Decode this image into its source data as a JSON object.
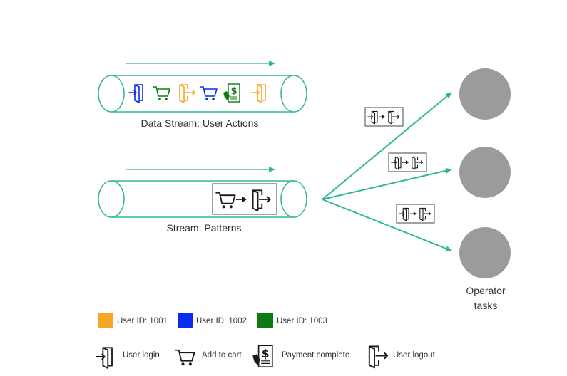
{
  "streams": [
    {
      "label": "Data Stream: User Actions",
      "events": [
        {
          "action": "login",
          "icon": "user-login-icon",
          "user": "1002"
        },
        {
          "action": "cart",
          "icon": "add-to-cart-icon",
          "user": "1003"
        },
        {
          "action": "logout",
          "icon": "user-logout-icon",
          "user": "1001"
        },
        {
          "action": "cart",
          "icon": "add-to-cart-icon",
          "user": "1002"
        },
        {
          "action": "payment",
          "icon": "payment-complete-icon",
          "user": "1003"
        },
        {
          "action": "login",
          "icon": "user-login-icon",
          "user": "1001"
        }
      ]
    },
    {
      "label": "Stream: Patterns",
      "pattern": [
        "add-to-cart-icon",
        "arrow-right-icon",
        "user-logout-icon"
      ]
    }
  ],
  "operators": {
    "label_line1": "Operator",
    "label_line2": "tasks",
    "count": 3,
    "broadcast_pattern": [
      "user-login-icon",
      "arrow-right-icon",
      "user-logout-icon"
    ],
    "circle_color": "#9b9b9b"
  },
  "users": [
    {
      "id": "1001",
      "label": "User ID: 1001",
      "color": "#f5a623"
    },
    {
      "id": "1002",
      "label": "User ID: 1002",
      "color": "#0a2bf0"
    },
    {
      "id": "1003",
      "label": "User ID: 1003",
      "color": "#0f7a0f"
    }
  ],
  "icon_legend": [
    {
      "icon": "user-login-icon",
      "label": "User login"
    },
    {
      "icon": "add-to-cart-icon",
      "label": "Add to cart"
    },
    {
      "icon": "payment-complete-icon",
      "label": "Payment complete"
    },
    {
      "icon": "user-logout-icon",
      "label": "User logout"
    }
  ],
  "colors": {
    "stream": "#2eb896",
    "default_icon": "#1a1a1a",
    "payment_green": "#0f7a0f"
  }
}
